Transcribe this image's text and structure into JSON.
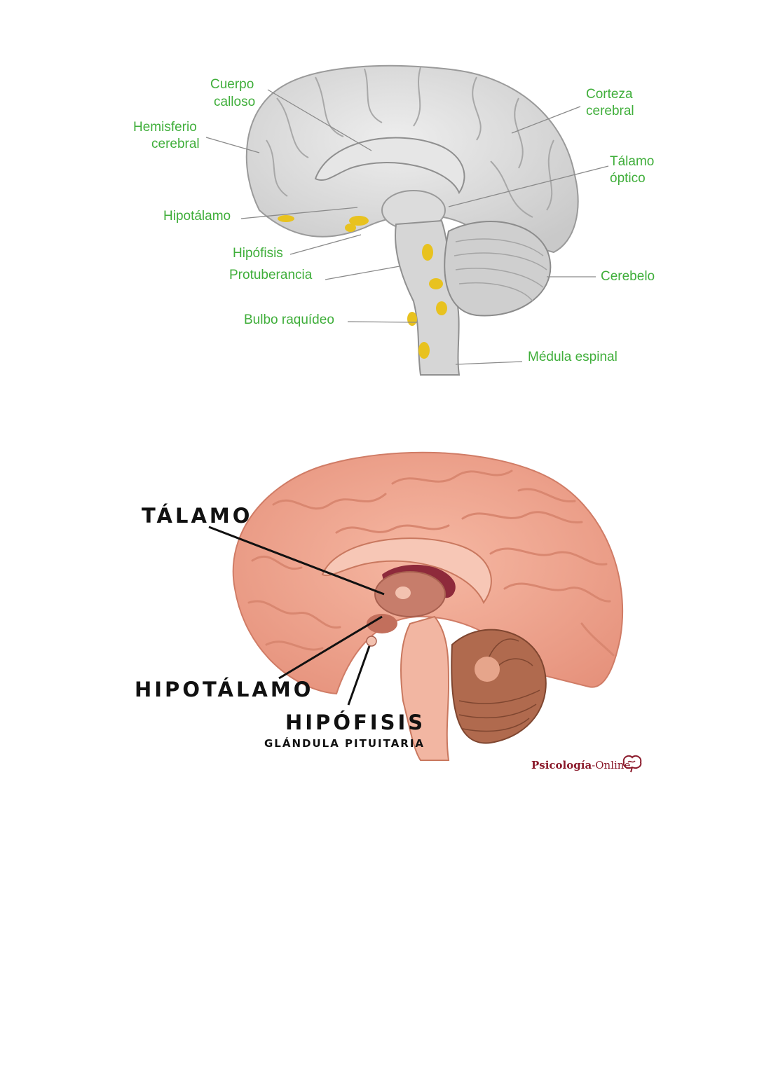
{
  "diagram1": {
    "labels": {
      "cuerpo_calloso_1": "Cuerpo",
      "cuerpo_calloso_2": "calloso",
      "hemisferio_1": "Hemisferio",
      "hemisferio_2": "cerebral",
      "corteza_1": "Corteza",
      "corteza_2": "cerebral",
      "talamo_1": "Tálamo",
      "talamo_2": "óptico",
      "hipotalamo": "Hipotálamo",
      "hipofisis": "Hipófisis",
      "protuberancia": "Protuberancia",
      "cerebelo": "Cerebelo",
      "bulbo": "Bulbo raquídeo",
      "medula": "Médula espinal"
    },
    "label_color": "#3fae3a"
  },
  "diagram2": {
    "labels": {
      "talamo": "TÁLAMO",
      "hipotalamo": "HIPOTÁLAMO",
      "hipofisis": "HIPÓFISIS",
      "hipofisis_sub": "GLÁNDULA PITUITARIA"
    },
    "brand_main": "Psicología",
    "brand_suffix": "-Online",
    "brand_color": "#8b1a2b",
    "brain_color": "#f0a48e"
  }
}
